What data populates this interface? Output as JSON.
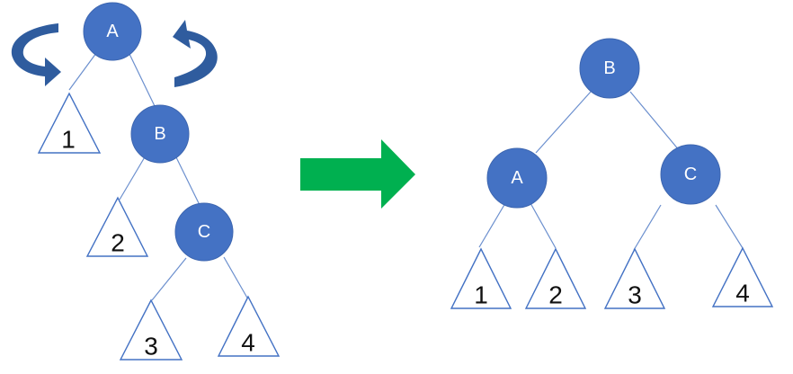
{
  "before_tree": {
    "nodes": [
      "A",
      "B",
      "C"
    ],
    "subtrees": [
      "1",
      "2",
      "3",
      "4"
    ]
  },
  "after_tree": {
    "nodes": [
      "B",
      "A",
      "C"
    ],
    "subtrees": [
      "1",
      "2",
      "3",
      "4"
    ]
  },
  "colors": {
    "node": "#4472C4",
    "edge": "#6b8fce",
    "rotation_arrow": "#2f5c9e",
    "transform_arrow": "#00b050"
  },
  "icons": {
    "left_rotation": "counterclockwise-rotation-icon",
    "right_rotation": "clockwise-rotation-icon",
    "transform": "right-arrow-icon"
  }
}
